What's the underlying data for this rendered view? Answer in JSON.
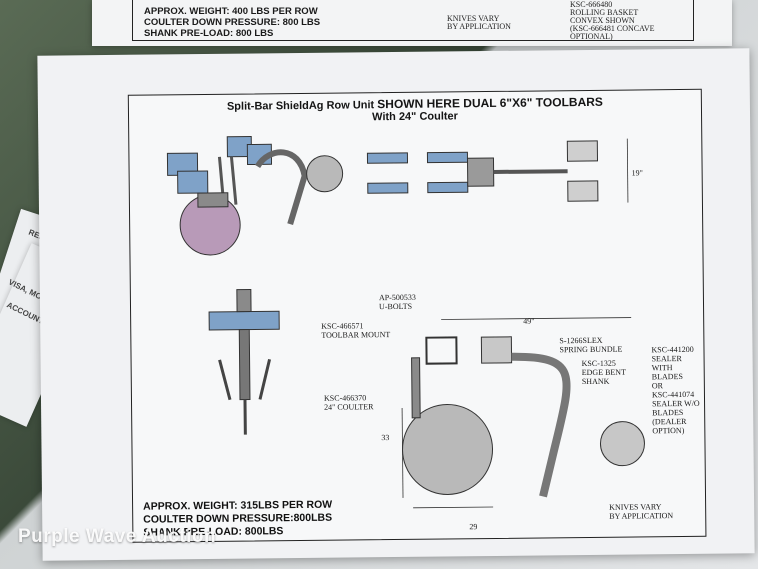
{
  "top_sheet": {
    "spec_lines": [
      "APPROX. WEIGHT: 400 LBS PER ROW",
      "COULTER DOWN PRESSURE: 800 LBS",
      "SHANK PRE-LOAD: 800 LBS"
    ],
    "knives_lines": [
      "KNIVES VARY",
      "BY APPLICATION"
    ],
    "basket_lines": [
      "KSC-666480",
      "ROLLING BASKET",
      "CONVEX SHOWN",
      "(KSC-666481 CONCAVE",
      "OPTIONAL)"
    ]
  },
  "diagram": {
    "title_line1_prefix": "Split-Bar ShieldAg Row Unit ",
    "title_line1_emph": "SHOWN HERE DUAL 6\"X6\" TOOLBARS",
    "title_line2": "With 24\" Coulter",
    "dim_19": "19\"",
    "dim_49": "49\"",
    "dim_33": "33",
    "dim_29": "29",
    "labels": {
      "ubolts": [
        "AP-500533",
        "U-BOLTS"
      ],
      "toolbar_mount": [
        "KSC-466571",
        "TOOLBAR MOUNT"
      ],
      "coulter": [
        "KSC-466370",
        "24\" COULTER"
      ],
      "spring_bundle": [
        "S-1266SLEX",
        "SPRING BUNDLE"
      ],
      "edge_bent_shank": [
        "KSC-1325",
        "EDGE BENT",
        "SHANK"
      ],
      "sealer": [
        "KSC-441200",
        "SEALER",
        "WITH",
        "BLADES",
        "OR",
        "KSC-441074",
        "SEALER W/O",
        "BLADES",
        "(DEALER",
        "OPTION)"
      ],
      "knives": [
        "KNIVES VARY",
        "BY APPLICATION"
      ]
    },
    "spec_lines": [
      "APPROX. WEIGHT:  315LBS PER ROW",
      "COULTER DOWN PRESSURE:800LBS",
      "SHANK PRE-LOAD: 800LBS"
    ]
  },
  "side_papers": {
    "remit": "REMIT",
    "visa": "VISA, MC, DISC",
    "accounts": "ACCOUNTS NOT"
  },
  "watermark": "Purple Wave Auction",
  "colors": {
    "steel_blue": "#7fa2c8",
    "disc_purple": "#b89ab8",
    "gear_gray": "#b9b9b9",
    "frame": "#222222"
  }
}
